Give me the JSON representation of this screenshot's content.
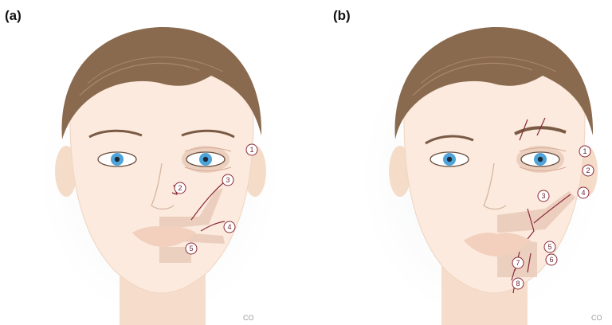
{
  "panels": [
    {
      "label": "(a)",
      "markers": [
        "1",
        "2",
        "3",
        "4",
        "5"
      ]
    },
    {
      "label": "(b)",
      "markers": [
        "1",
        "2",
        "3",
        "4",
        "5",
        "6",
        "7",
        "8"
      ]
    }
  ],
  "signature": "CO",
  "colors": {
    "skin": "#fbeadd",
    "hair": "#8a6a4e",
    "muscle": "#e9c9b8",
    "line": "#8a2a3a",
    "iris": "#4ea3d8"
  }
}
